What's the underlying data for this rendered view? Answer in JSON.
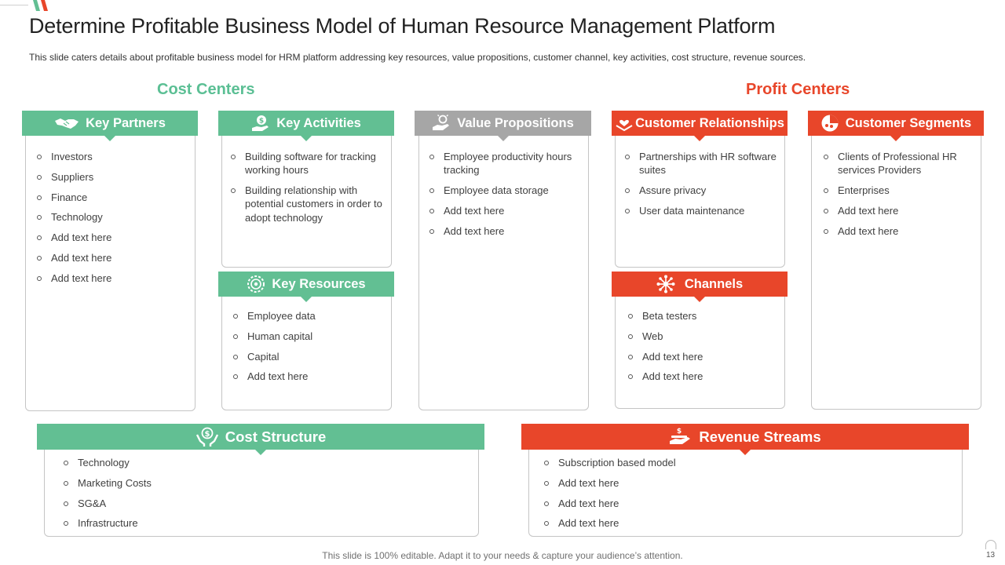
{
  "header": {
    "title": "Determine Profitable Business Model of Human Resource Management Platform",
    "subtitle": "This slide caters details about profitable business model for HRM platform addressing key resources, value propositions, customer channel, key activities, cost structure, revenue sources."
  },
  "sections": {
    "cost_label": "Cost Centers",
    "profit_label": "Profit Centers"
  },
  "colors": {
    "green": "#62bf93",
    "gray": "#a6a6a6",
    "red": "#e8462a"
  },
  "boxes": {
    "key_partners": {
      "title": "Key Partners",
      "icon": "handshake-icon",
      "items": [
        "Investors",
        "Suppliers",
        "Finance",
        "Technology",
        "Add text here",
        "Add text here",
        "Add text here"
      ]
    },
    "key_activities": {
      "title": "Key Activities",
      "icon": "money-hand-icon",
      "items": [
        "Building software for tracking working hours",
        "Building relationship with potential customers in order to adopt technology"
      ]
    },
    "key_resources": {
      "title": "Key Resources",
      "icon": "gear-head-icon",
      "items": [
        "Employee data",
        "Human capital",
        "Capital",
        "Add text here"
      ]
    },
    "value_propositions": {
      "title": "Value Propositions",
      "icon": "idea-hand-icon",
      "items": [
        "Employee productivity hours tracking",
        "Employee data storage",
        "Add text here",
        "Add text here"
      ]
    },
    "customer_relationships": {
      "title": "Customer Relationships",
      "icon": "heart-hands-icon",
      "items": [
        "Partnerships with HR software suites",
        "Assure privacy",
        "User data maintenance"
      ]
    },
    "channels": {
      "title": "Channels",
      "icon": "network-icon",
      "items": [
        "Beta testers",
        "Web",
        "Add text here",
        "Add text here"
      ]
    },
    "customer_segments": {
      "title": "Customer Segments",
      "icon": "customer-segments-icon",
      "items": [
        "Clients of Professional HR services Providers",
        "Enterprises",
        "Add text here",
        "Add text here"
      ]
    },
    "cost_structure": {
      "title": "Cost Structure",
      "icon": "dollar-hands-icon",
      "items": [
        "Technology",
        "Marketing Costs",
        "SG&A",
        "Infrastructure"
      ]
    },
    "revenue_streams": {
      "title": "Revenue Streams",
      "icon": "dollar-hand-icon",
      "items": [
        "Subscription based model",
        "Add text here",
        "Add text here",
        "Add text here"
      ]
    }
  },
  "footer": {
    "note": "This slide is 100% editable. Adapt it to your needs & capture your audience’s attention.",
    "page_number": "13"
  }
}
